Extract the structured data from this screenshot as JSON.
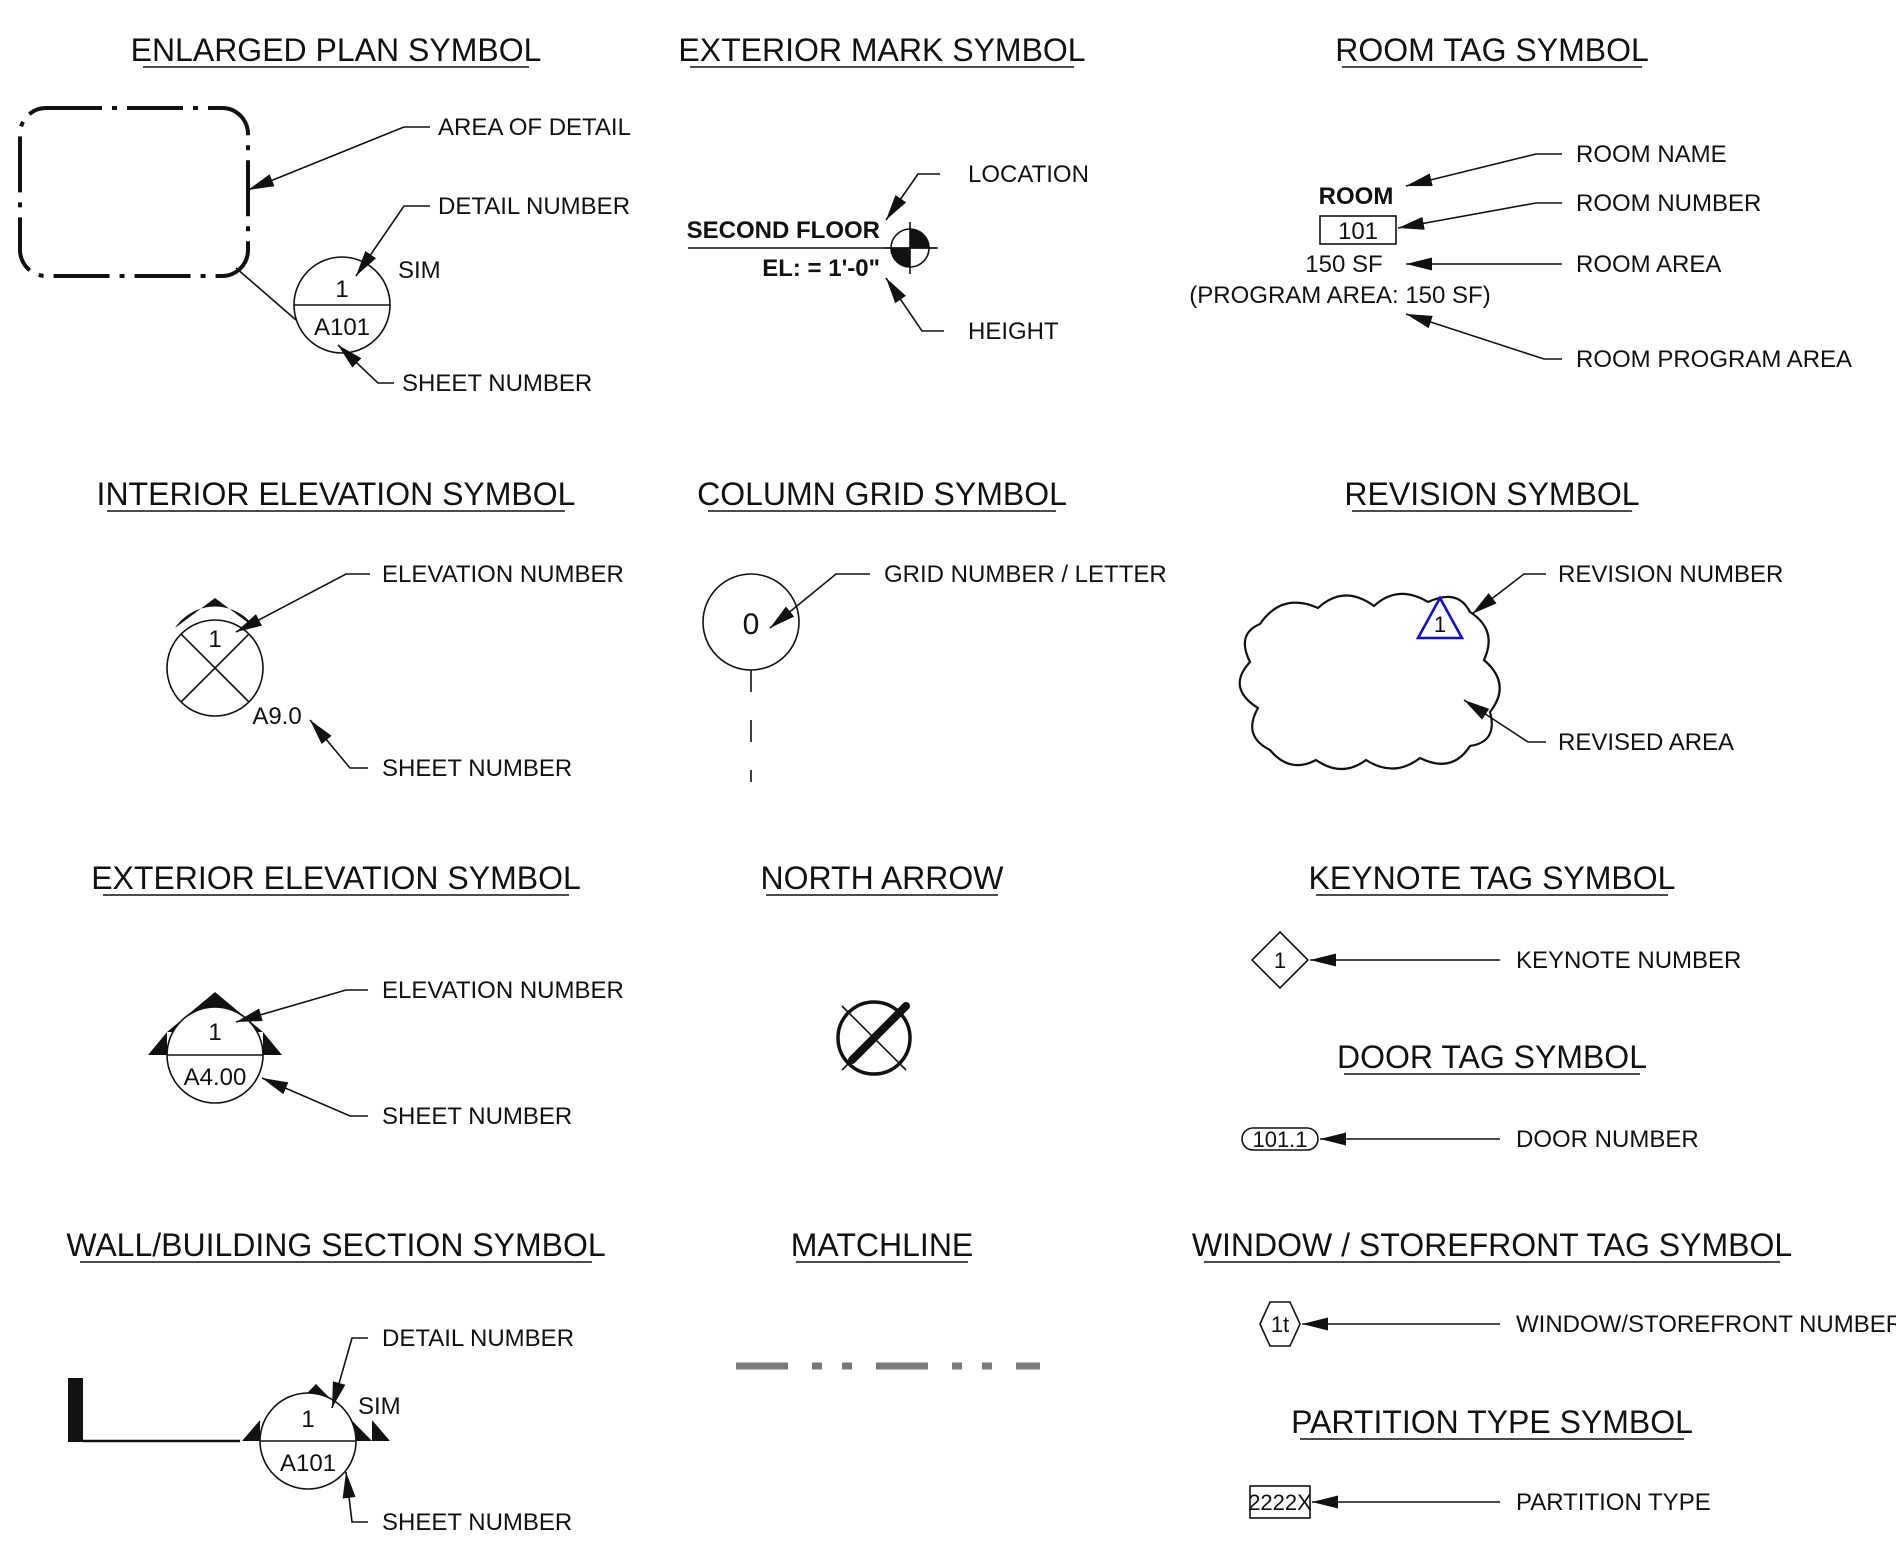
{
  "titles": {
    "enlarged_plan": "ENLARGED PLAN SYMBOL",
    "exterior_mark": "EXTERIOR MARK SYMBOL",
    "room_tag": "ROOM TAG SYMBOL",
    "interior_elevation": "INTERIOR ELEVATION SYMBOL",
    "column_grid": "COLUMN GRID SYMBOL",
    "revision": "REVISION SYMBOL",
    "exterior_elevation": "EXTERIOR ELEVATION SYMBOL",
    "north_arrow": "NORTH ARROW",
    "keynote_tag": "KEYNOTE TAG SYMBOL",
    "door_tag": "DOOR TAG SYMBOL",
    "wall_section": "WALL/BUILDING SECTION SYMBOL",
    "matchline": "MATCHLINE",
    "window_tag": "WINDOW / STOREFRONT TAG SYMBOL",
    "partition_type": "PARTITION TYPE SYMBOL"
  },
  "enlarged_plan": {
    "area_label": "AREA OF DETAIL",
    "detail_label": "DETAIL NUMBER",
    "sheet_label": "SHEET NUMBER",
    "detail_value": "1",
    "sheet_value": "A101",
    "sim": "SIM"
  },
  "exterior_mark": {
    "location_label": "LOCATION",
    "height_label": "HEIGHT",
    "floor_name": "SECOND FLOOR",
    "elevation": "EL: =  1'-0\""
  },
  "room_tag": {
    "name_label": "ROOM NAME",
    "number_label": "ROOM NUMBER",
    "area_label": "ROOM AREA",
    "program_label": "ROOM PROGRAM AREA",
    "room_name": "ROOM",
    "room_number": "101",
    "room_area": "150 SF",
    "program_area": "(PROGRAM AREA: 150 SF)"
  },
  "interior_elevation": {
    "elevation_label": "ELEVATION NUMBER",
    "sheet_label": "SHEET NUMBER",
    "elevation_value": "1",
    "sheet_value": "A9.0"
  },
  "column_grid": {
    "label": "GRID NUMBER / LETTER",
    "value": "0"
  },
  "revision": {
    "number_label": "REVISION NUMBER",
    "area_label": "REVISED AREA",
    "value": "1",
    "triangle_color": "#1010d0"
  },
  "exterior_elevation": {
    "elevation_label": "ELEVATION NUMBER",
    "sheet_label": "SHEET NUMBER",
    "elevation_value": "1",
    "sheet_value": "A4.00"
  },
  "keynote_tag": {
    "label": "KEYNOTE NUMBER",
    "value": "1"
  },
  "door_tag": {
    "label": "DOOR NUMBER",
    "value": "101.1"
  },
  "wall_section": {
    "detail_label": "DETAIL NUMBER",
    "sheet_label": "SHEET NUMBER",
    "detail_value": "1",
    "sheet_value": "A101",
    "sim": "SIM"
  },
  "window_tag": {
    "label": "WINDOW/STOREFRONT NUMBER",
    "value": "1t"
  },
  "partition_type": {
    "label": "PARTITION TYPE",
    "value": "2222X"
  },
  "colors": {
    "ink": "#111111",
    "revision_blue": "#1010d0",
    "matchline_gray": "#7a7a7a"
  }
}
